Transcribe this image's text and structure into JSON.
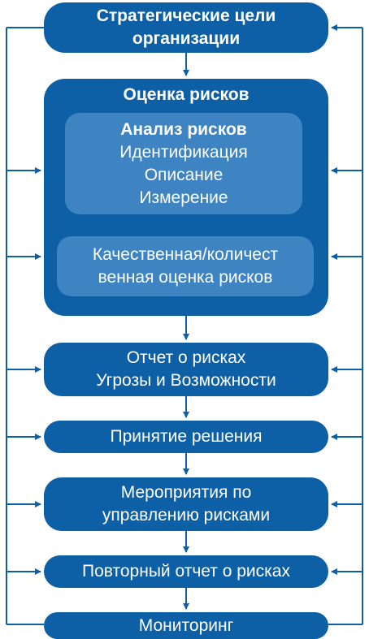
{
  "boxes": {
    "goals": [
      "Стратегические цели",
      "организации"
    ],
    "assessment": {
      "title": "Оценка рисков",
      "analysis": {
        "title": "Анализ рисков",
        "items": [
          "Идентификация",
          "Описание",
          "Измерение"
        ]
      },
      "evaluation": [
        "Качественная/количест",
        "венная оценка рисков"
      ]
    },
    "report": [
      "Отчет о рисках",
      "Угрозы и Возможности"
    ],
    "decision": "Принятие решения",
    "measures": [
      "Мероприятия по",
      "управлению рисками"
    ],
    "rereport": "Повторный отчет о рисках",
    "monitoring": "Мониторинг"
  },
  "colors": {
    "box": "#0d5fa6",
    "inner": "#3e83c2",
    "arrow": "#0d5fa6",
    "text": "#ffffff"
  }
}
